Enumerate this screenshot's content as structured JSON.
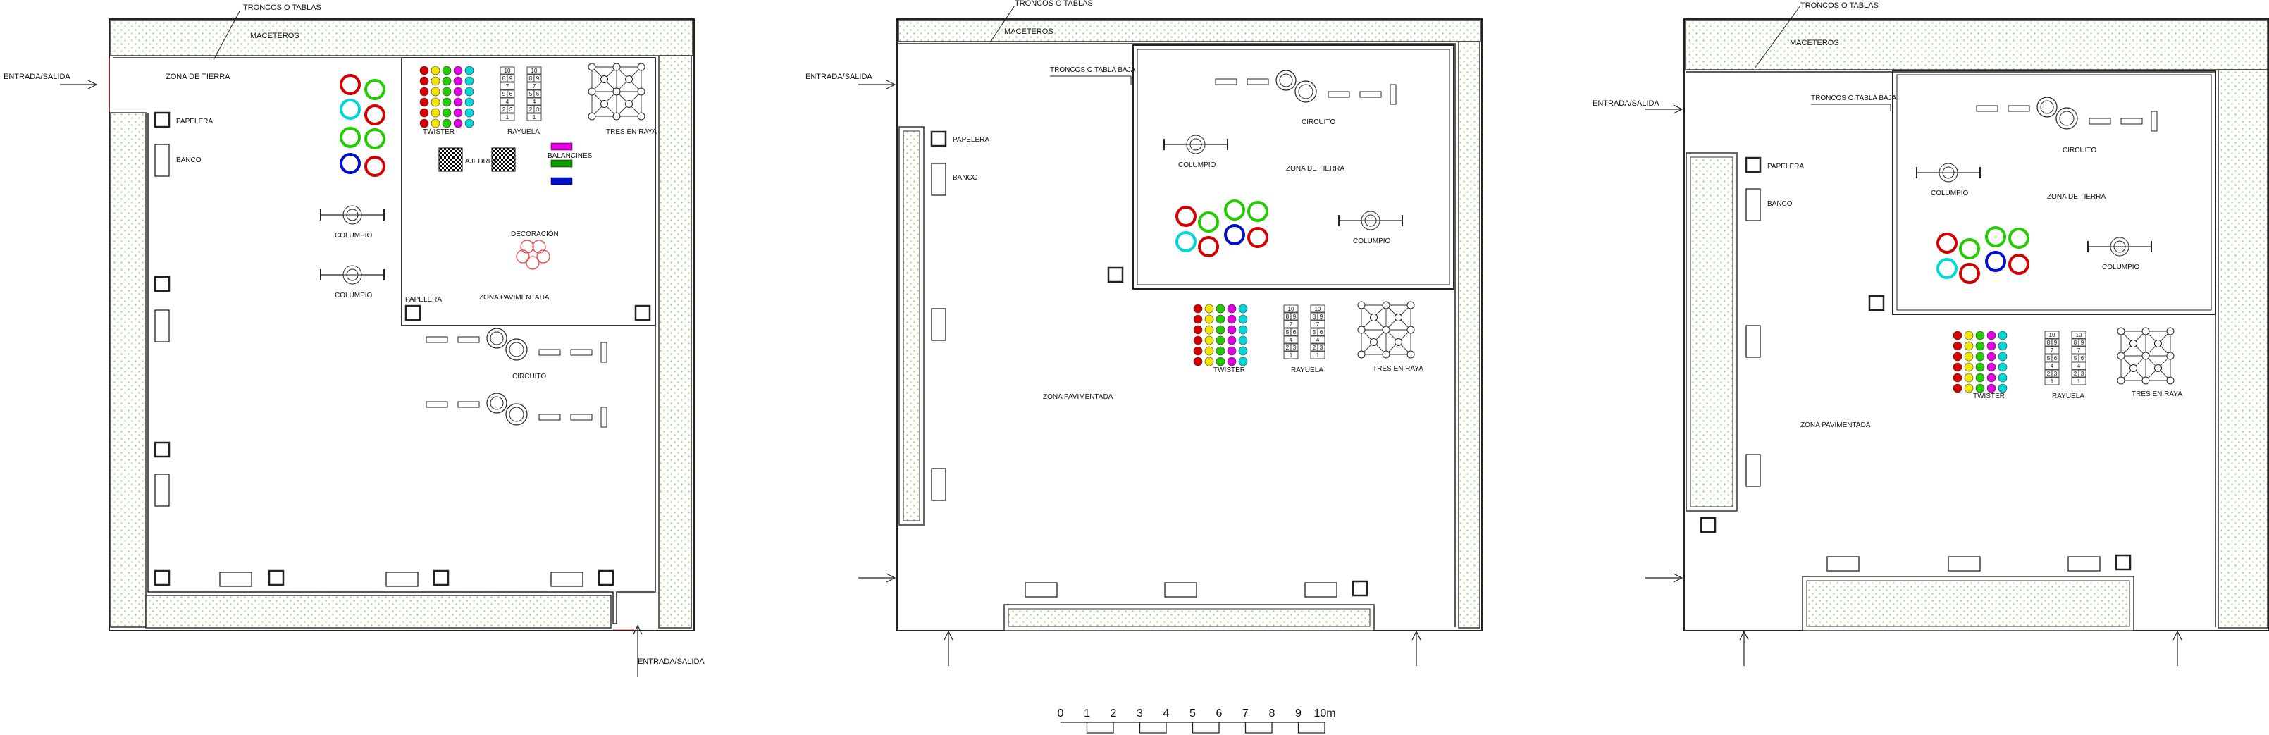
{
  "labels": {
    "troncos_o_tablas": "TRONCOS O TABLAS",
    "maceteros": "MACETEROS",
    "entrada_salida": "ENTRADA/SALIDA",
    "zona_de_tierra": "ZONA DE TIERRA",
    "papelera": "PAPELERA",
    "banco": "BANCO",
    "twister": "TWISTER",
    "rayuela": "RAYUELA",
    "tres_en_raya": "TRES EN RAYA",
    "ajedrez": "AJEDREZ",
    "balancines": "BALANCINES",
    "columpio": "COLUMPIO",
    "decoracion": "DECORACIÓN",
    "zona_pavimentada": "ZONA PAVIMENTADA",
    "circuito": "CIRCUITO",
    "troncos_o_tabla_baja": "TRONCOS O TABLA BAJA"
  },
  "rayuela_numbers": {
    "top": "10",
    "row2": [
      "8",
      "9"
    ],
    "row3": "7",
    "row4": [
      "5",
      "6"
    ],
    "row5": "4",
    "row6": [
      "2",
      "3"
    ],
    "row7": "1"
  },
  "scale_bar": {
    "ticks": [
      "0",
      "1",
      "2",
      "3",
      "4",
      "5",
      "6",
      "7",
      "8",
      "9",
      "10m"
    ]
  },
  "colors": {
    "twister_red": "#d40000",
    "twister_green": "#22cc00",
    "twister_yellow": "#f2e600",
    "twister_magenta": "#e000e0",
    "twister_cyan": "#00d8d8",
    "ring_blue": "#0010c8",
    "planter_green": "#8fd16a"
  }
}
